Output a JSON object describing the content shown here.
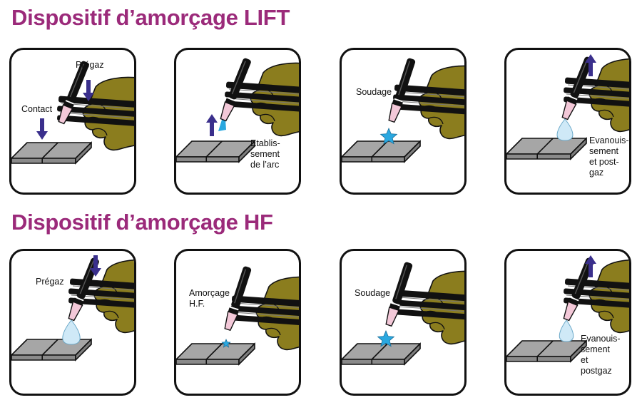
{
  "sections": [
    {
      "title": "Dispositif d’amorçage LIFT"
    },
    {
      "title": "Dispositif d’amorçage HF"
    }
  ],
  "labels": {
    "lift_contact": "Contact",
    "lift_pregaz": "Prégaz",
    "lift_etablissement": "Etablis-\nsement\nde l’arc",
    "lift_soudage": "Soudage",
    "lift_evanouissement": "Evanouis-\nsement\net post-\ngaz",
    "hf_pregaz": "Prégaz",
    "hf_amorcage": "Amorçage\nH.F.",
    "hf_soudage": "Soudage",
    "hf_evanouissement": "Evanouis-\nsement\net\npostgaz"
  },
  "colors": {
    "title": "#9b2a7a",
    "glove": "#8b7d1e",
    "arrow": "#3a2f8c",
    "arc": "#2aa8e0",
    "gas": "#cfe9f7",
    "plate": "#a6a6a6"
  }
}
